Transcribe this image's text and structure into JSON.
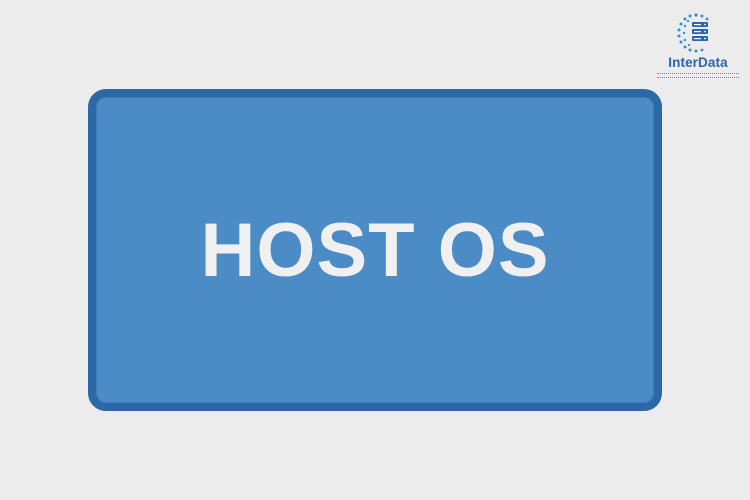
{
  "logo": {
    "brand_part1": "Inter",
    "brand_part2": "Data",
    "icon": "server-globe-icon"
  },
  "box": {
    "label": "HOST OS"
  },
  "colors": {
    "background": "#ececec",
    "box_fill": "#4b8cc6",
    "box_border": "#2d68a6",
    "label_text": "#f0f0f0",
    "brand_blue": "#2b63b5"
  }
}
